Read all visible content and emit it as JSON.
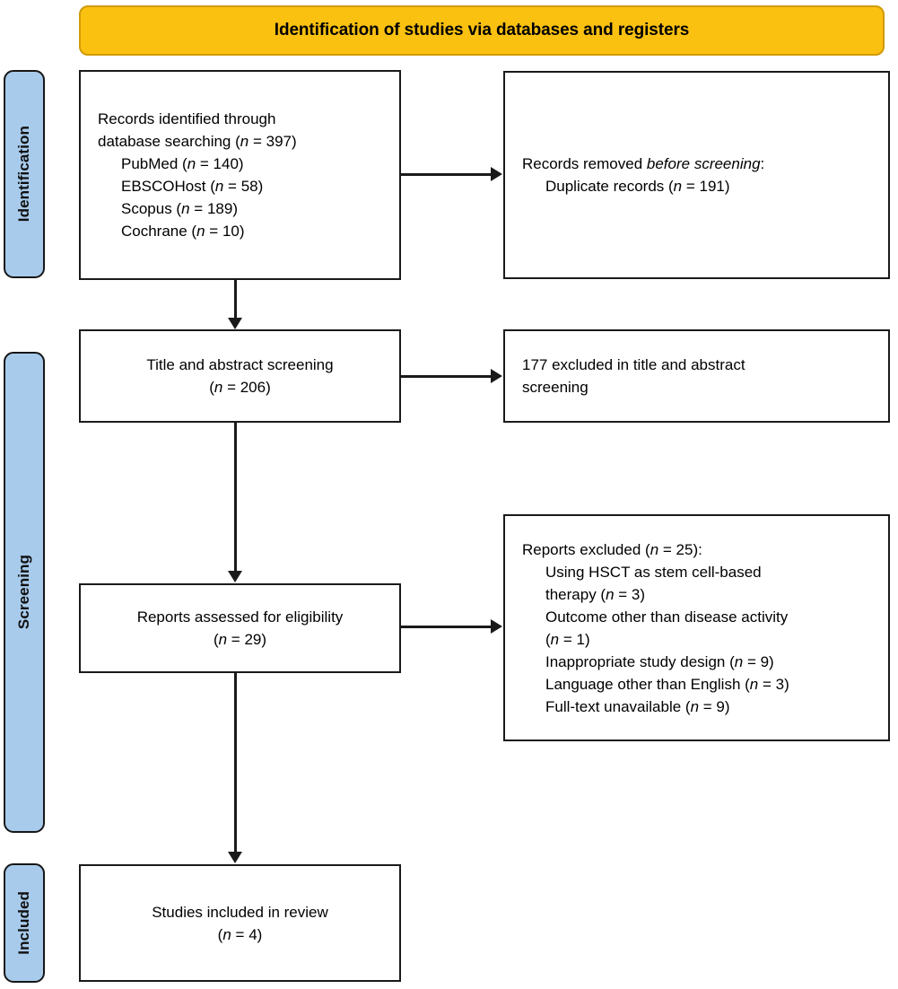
{
  "header": {
    "title": "Identification of studies via databases and registers",
    "background_color": "#FBC111",
    "border_color": "#D19A06"
  },
  "stages": {
    "band_color": "#A8CBEC",
    "band_border_color": "#161616",
    "identification": "Identification",
    "screening": "Screening",
    "included": "Included"
  },
  "boxes": {
    "records_identified": {
      "line1": "Records identified through",
      "line2": "database searching (n = 397)",
      "sources": [
        "PubMed (n = 140)",
        "EBSCOHost (n = 58)",
        "Scopus (n = 189)",
        "Cochrane (n = 10)"
      ],
      "total": 397,
      "counts": {
        "PubMed": 140,
        "EBSCOHost": 58,
        "Scopus": 189,
        "Cochrane": 10
      }
    },
    "records_removed": {
      "line1": "Records removed before screening:",
      "line2": "Duplicate records (n = 191)",
      "duplicates": 191
    },
    "title_abstract_screening": {
      "line1": "Title and abstract screening",
      "line2": "(n = 206)",
      "count": 206
    },
    "excluded_title_abstract": {
      "line1": "177 excluded in title and abstract",
      "line2": "screening",
      "count": 177
    },
    "reports_eligibility": {
      "line1": "Reports assessed for eligibility",
      "line2": "(n = 29)",
      "count": 29
    },
    "reports_excluded": {
      "heading": "Reports excluded (n = 25):",
      "total": 25,
      "reasons": [
        {
          "text": "Using HSCT as stem cell-based",
          "count": null
        },
        {
          "text": "therapy (n = 3)",
          "count": 3
        },
        {
          "text": "Outcome other than disease activity",
          "count": null
        },
        {
          "text": "(n = 1)",
          "count": 1
        },
        {
          "text": "Inappropriate study design (n = 9)",
          "count": 9
        },
        {
          "text": "Language other than English (n = 3)",
          "count": 3
        },
        {
          "text": "Full-text unavailable (n = 9)",
          "count": 9
        }
      ]
    },
    "studies_included": {
      "line1": "Studies included in review",
      "line2": "(n = 4)",
      "count": 4
    }
  }
}
